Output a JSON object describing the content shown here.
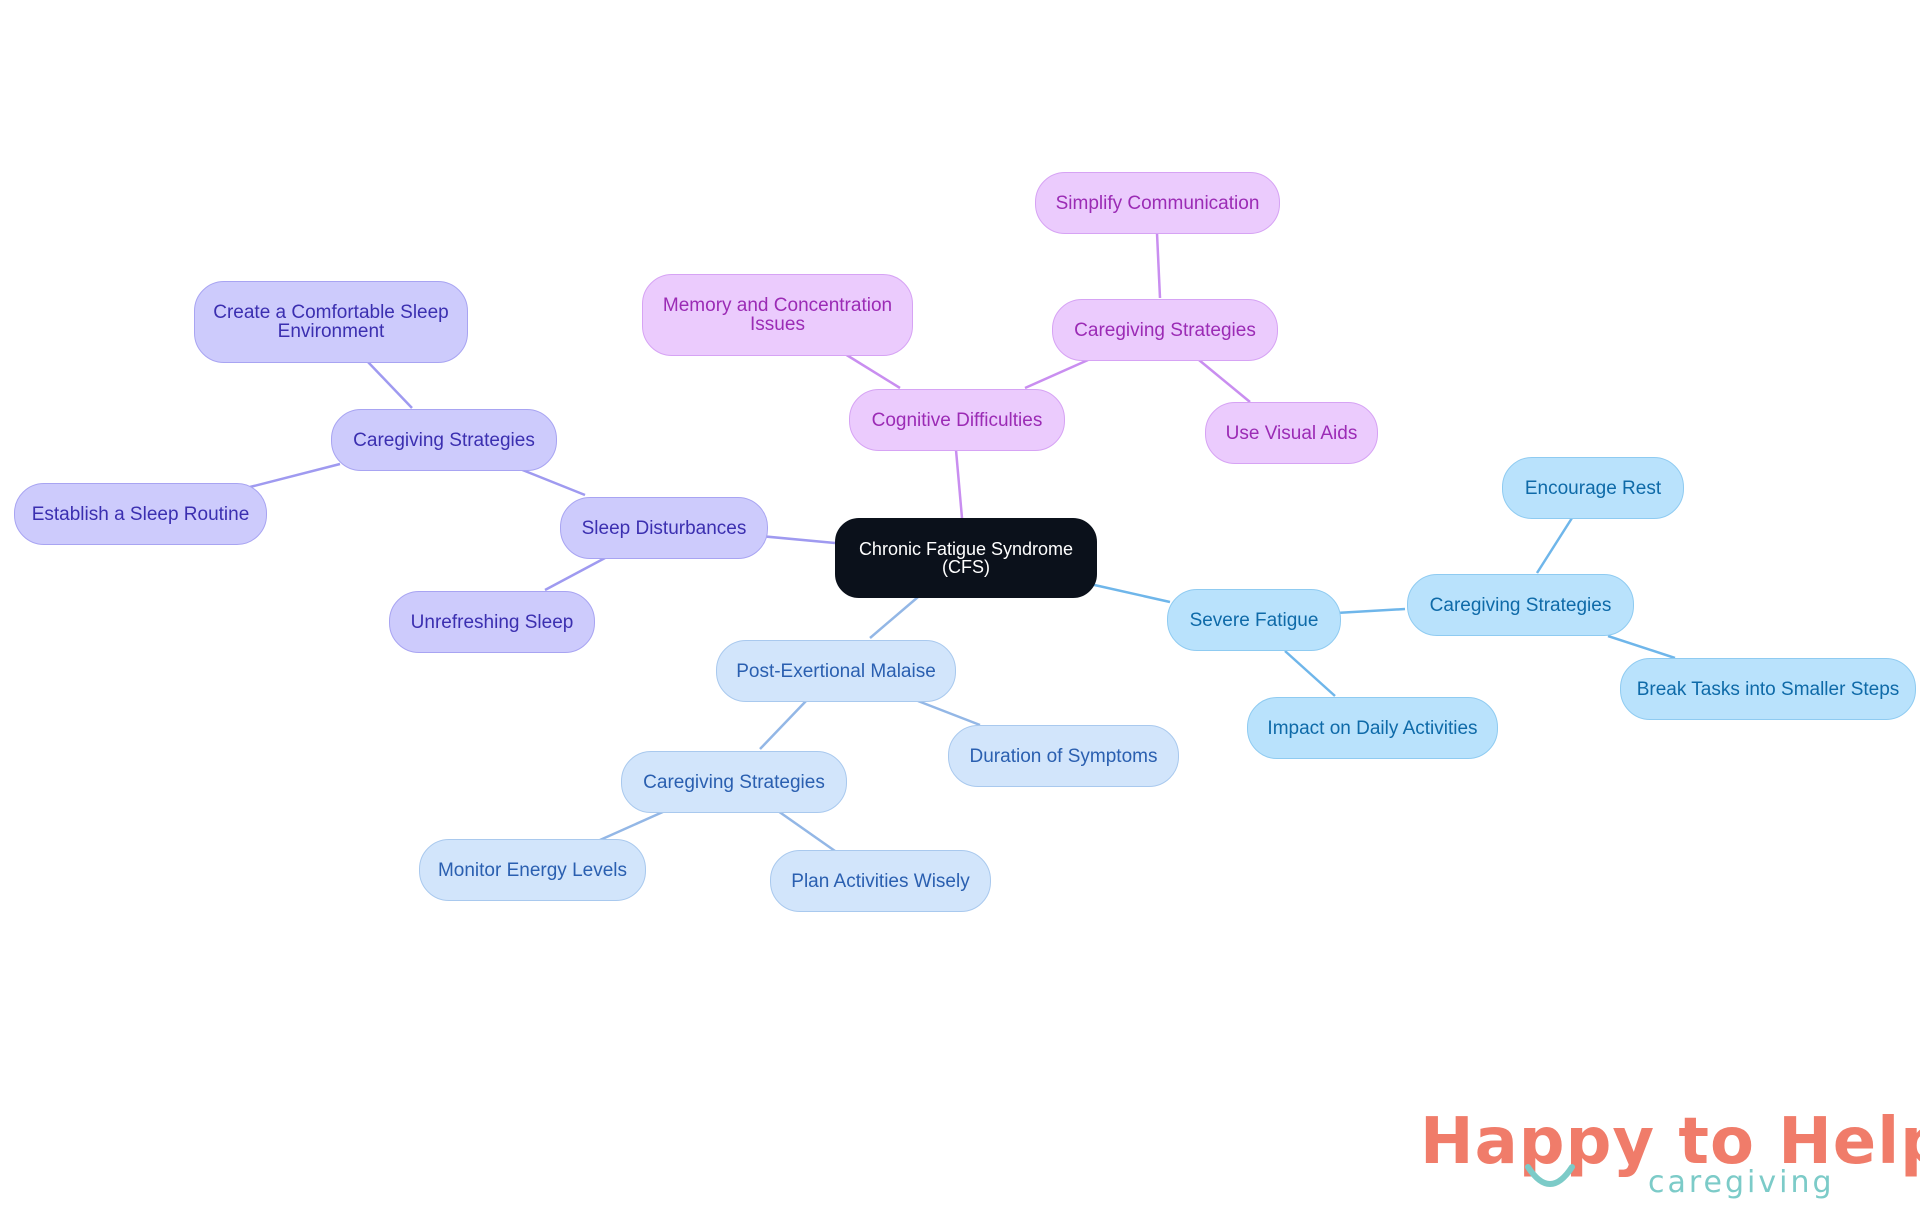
{
  "center": {
    "label": "Chronic Fatigue Syndrome (CFS)"
  },
  "branches": {
    "sleep": {
      "label": "Sleep Disturbances",
      "strategies": "Caregiving Strategies",
      "strategy_items": [
        "Create a Comfortable Sleep Environment",
        "Establish a Sleep Routine"
      ],
      "other": "Unrefreshing Sleep"
    },
    "cognitive": {
      "label": "Cognitive Difficulties",
      "other": "Memory and Concentration Issues",
      "strategies": "Caregiving Strategies",
      "strategy_items": [
        "Simplify Communication",
        "Use Visual Aids"
      ]
    },
    "fatigue": {
      "label": "Severe Fatigue",
      "strategies": "Caregiving Strategies",
      "strategy_items": [
        "Encourage Rest",
        "Break Tasks into Smaller Steps"
      ],
      "other": "Impact on Daily Activities"
    },
    "pem": {
      "label": "Post-Exertional Malaise",
      "other": "Duration of Symptoms",
      "strategies": "Caregiving Strategies",
      "strategy_items": [
        "Monitor Energy Levels",
        "Plan Activities Wisely"
      ]
    }
  },
  "colors": {
    "center": "#0b111b",
    "sleep": "#cdcbfc",
    "cognitive": "#ebcbfd",
    "fatigue": "#b9e2fc",
    "pem": "#d2e5fb"
  },
  "logo": {
    "line1": "Happy to Help",
    "line2": "caregiving",
    "icon": "smile-icon"
  }
}
